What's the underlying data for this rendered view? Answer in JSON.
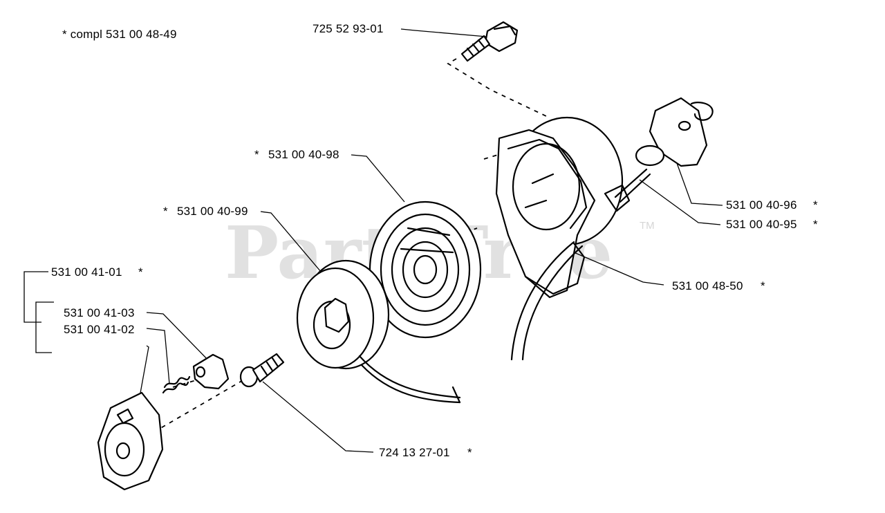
{
  "diagram": {
    "note": "*  compl 531 00 48-49",
    "watermark": "PartsTree",
    "trademark": "TM",
    "labels": [
      {
        "id": "screw-top",
        "text": "725 52 93-01"
      },
      {
        "id": "spring",
        "text": "531 00 40-98"
      },
      {
        "id": "pulley",
        "text": "531 00 40-99"
      },
      {
        "id": "handle",
        "text": "531 00 40-96"
      },
      {
        "id": "rope",
        "text": "531 00 40-95"
      },
      {
        "id": "housing",
        "text": "531 00 48-50"
      },
      {
        "id": "pawl-kit",
        "text": "531 00 41-01"
      },
      {
        "id": "pawl",
        "text": "531 00 41-03"
      },
      {
        "id": "pawl-spring",
        "text": "531 00 41-02"
      },
      {
        "id": "center-screw",
        "text": "724 13 27-01"
      }
    ],
    "star": "*"
  }
}
